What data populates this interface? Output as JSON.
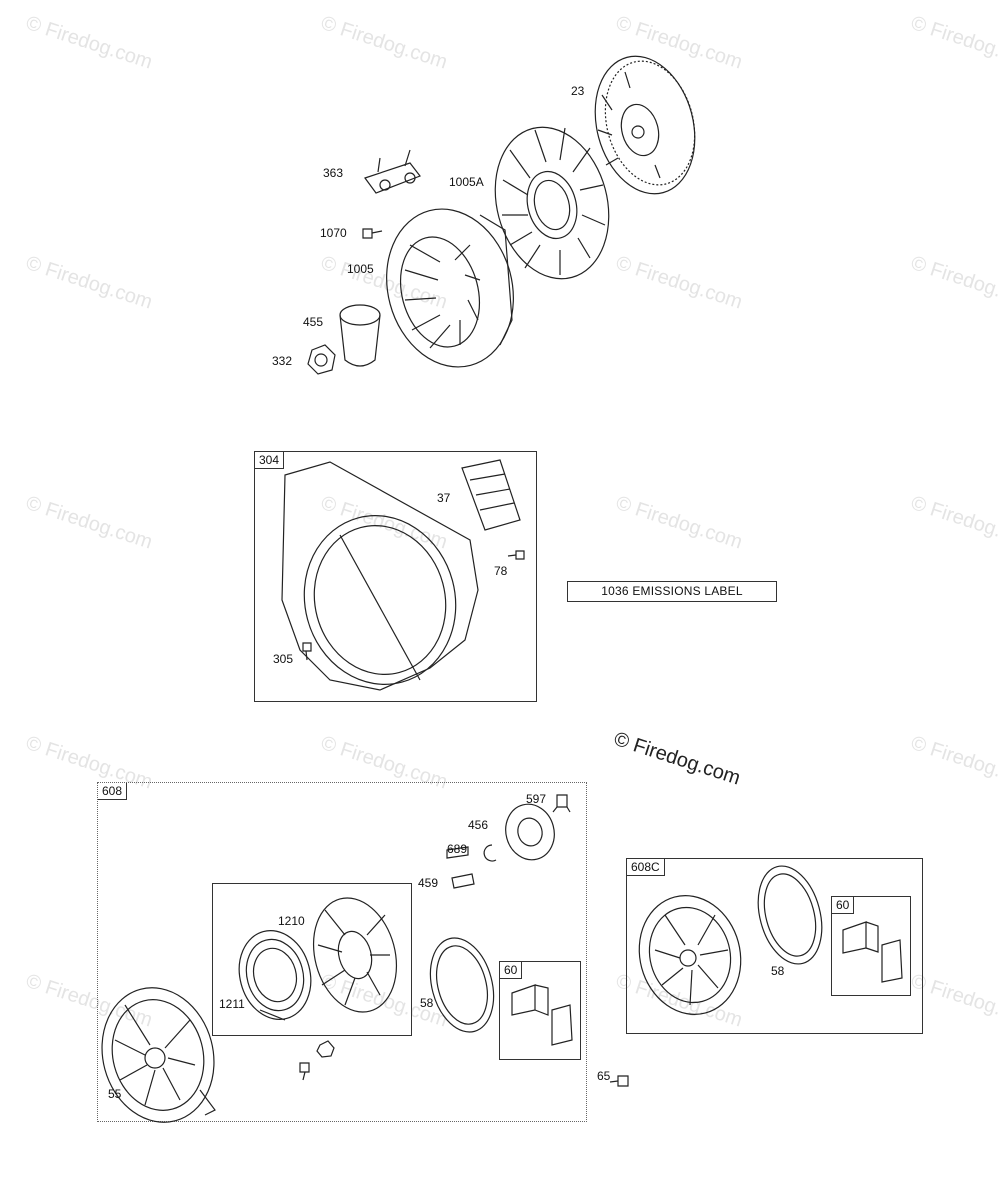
{
  "watermark": {
    "text": "© Firedog.com"
  },
  "copyright": "© Firedog.com",
  "emissions_label": "1036 EMISSIONS LABEL",
  "boxes": {
    "b304": "304",
    "b608": "608",
    "b608c": "608C",
    "b60a": "60",
    "b60b": "60"
  },
  "labels": {
    "p23": "23",
    "p363": "363",
    "p1005a": "1005A",
    "p1070": "1070",
    "p1005": "1005",
    "p455": "455",
    "p332": "332",
    "p37": "37",
    "p78": "78",
    "p305": "305",
    "p597": "597",
    "p456": "456",
    "p689": "689",
    "p459": "459",
    "p1210": "1210",
    "p1211": "1211",
    "p58a": "58",
    "p55": "55",
    "p65": "65",
    "p58b": "58"
  }
}
